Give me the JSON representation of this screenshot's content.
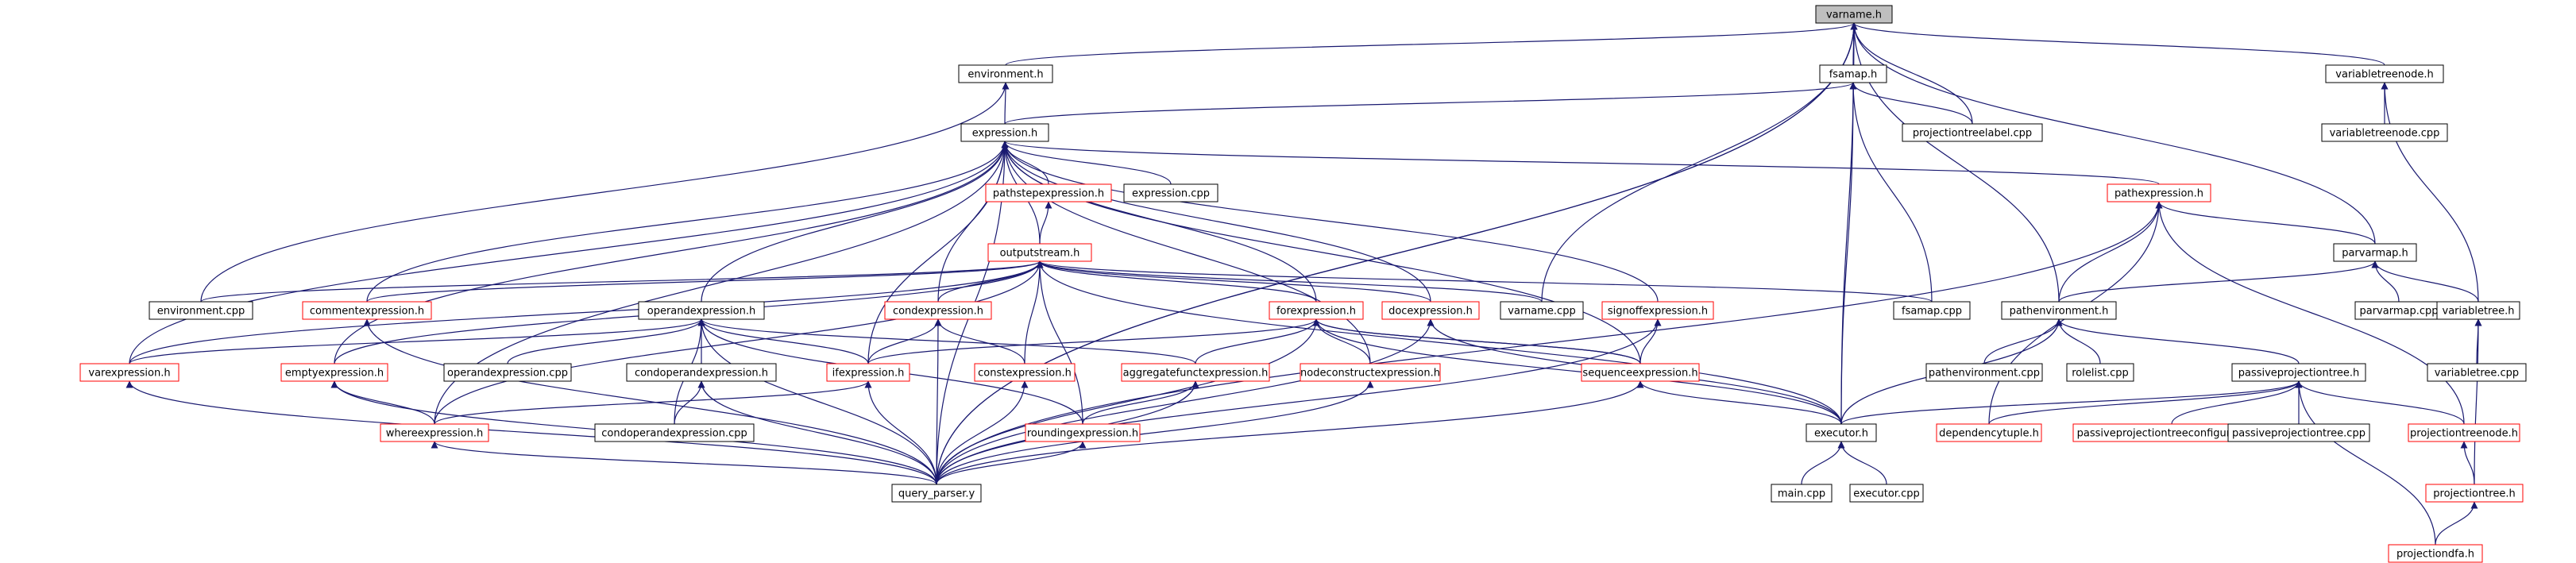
{
  "graph": {
    "colors": {
      "edge": "#191970",
      "black_border": "#000000",
      "red_border": "#ff0000",
      "highlight_fill": "#bfbfbf"
    },
    "nodes": [
      {
        "id": "varname_h",
        "label": "varname.h",
        "border": "black",
        "highlight": true
      },
      {
        "id": "environment_h",
        "label": "environment.h",
        "border": "black"
      },
      {
        "id": "fsamap_h",
        "label": "fsamap.h",
        "border": "black"
      },
      {
        "id": "variabletreenode_h",
        "label": "variabletreenode.h",
        "border": "black"
      },
      {
        "id": "projectiontreelabel_cpp",
        "label": "projectiontreelabel.cpp",
        "border": "black"
      },
      {
        "id": "variabletreenode_cpp",
        "label": "variabletreenode.cpp",
        "border": "black"
      },
      {
        "id": "expression_h",
        "label": "expression.h",
        "border": "black"
      },
      {
        "id": "pathstepexpression_h",
        "label": "pathstepexpression.h",
        "border": "red"
      },
      {
        "id": "expression_cpp",
        "label": "expression.cpp",
        "border": "black"
      },
      {
        "id": "pathexpression_h",
        "label": "pathexpression.h",
        "border": "red"
      },
      {
        "id": "outputstream_h",
        "label": "outputstream.h",
        "border": "red"
      },
      {
        "id": "parvarmap_h",
        "label": "parvarmap.h",
        "border": "black"
      },
      {
        "id": "environment_cpp",
        "label": "environment.cpp",
        "border": "black"
      },
      {
        "id": "commentexpression_h",
        "label": "commentexpression.h",
        "border": "red"
      },
      {
        "id": "operandexpression_h",
        "label": "operandexpression.h",
        "border": "black"
      },
      {
        "id": "condexpression_h",
        "label": "condexpression.h",
        "border": "red"
      },
      {
        "id": "forexpression_h",
        "label": "forexpression.h",
        "border": "red"
      },
      {
        "id": "docexpression_h",
        "label": "docexpression.h",
        "border": "red"
      },
      {
        "id": "varname_cpp",
        "label": "varname.cpp",
        "border": "black"
      },
      {
        "id": "signoffexpression_h",
        "label": "signoffexpression.h",
        "border": "red"
      },
      {
        "id": "fsamap_cpp",
        "label": "fsamap.cpp",
        "border": "black"
      },
      {
        "id": "pathenvironment_h",
        "label": "pathenvironment.h",
        "border": "black"
      },
      {
        "id": "parvarmap_cpp",
        "label": "parvarmap.cpp",
        "border": "black"
      },
      {
        "id": "variabletree_h",
        "label": "variabletree.h",
        "border": "black"
      },
      {
        "id": "varexpression_h",
        "label": "varexpression.h",
        "border": "red"
      },
      {
        "id": "emptyexpression_h",
        "label": "emptyexpression.h",
        "border": "red"
      },
      {
        "id": "operandexpression_cpp",
        "label": "operandexpression.cpp",
        "border": "black"
      },
      {
        "id": "condoperandexpression_h",
        "label": "condoperandexpression.h",
        "border": "black"
      },
      {
        "id": "ifexpression_h",
        "label": "ifexpression.h",
        "border": "red"
      },
      {
        "id": "constexpression_h",
        "label": "constexpression.h",
        "border": "red"
      },
      {
        "id": "aggregatefunctexpression_h",
        "label": "aggregatefunctexpression.h",
        "border": "red"
      },
      {
        "id": "nodeconstructexpression_h",
        "label": "nodeconstructexpression.h",
        "border": "red"
      },
      {
        "id": "sequenceexpression_h",
        "label": "sequenceexpression.h",
        "border": "red"
      },
      {
        "id": "pathenvironment_cpp",
        "label": "pathenvironment.cpp",
        "border": "black"
      },
      {
        "id": "rolelist_cpp",
        "label": "rolelist.cpp",
        "border": "black"
      },
      {
        "id": "passiveprojectiontree_h",
        "label": "passiveprojectiontree.h",
        "border": "black"
      },
      {
        "id": "variabletree_cpp",
        "label": "variabletree.cpp",
        "border": "black"
      },
      {
        "id": "whereexpression_h",
        "label": "whereexpression.h",
        "border": "red"
      },
      {
        "id": "condoperandexpression_cpp",
        "label": "condoperandexpression.cpp",
        "border": "black"
      },
      {
        "id": "roundingexpression_h",
        "label": "roundingexpression.h",
        "border": "red"
      },
      {
        "id": "executor_h",
        "label": "executor.h",
        "border": "black"
      },
      {
        "id": "dependencytuple_h",
        "label": "dependencytuple.h",
        "border": "red"
      },
      {
        "id": "passiveprojectiontreeconfiguration_h",
        "label": "passiveprojectiontreeconfiguration.h",
        "border": "red"
      },
      {
        "id": "passiveprojectiontree_cpp",
        "label": "passiveprojectiontree.cpp",
        "border": "black"
      },
      {
        "id": "projectiontreenode_h",
        "label": "projectiontreenode.h",
        "border": "red"
      },
      {
        "id": "query_parser_y",
        "label": "query_parser.y",
        "border": "black"
      },
      {
        "id": "main_cpp",
        "label": "main.cpp",
        "border": "black"
      },
      {
        "id": "executor_cpp",
        "label": "executor.cpp",
        "border": "black"
      },
      {
        "id": "projectiontree_h",
        "label": "projectiontree.h",
        "border": "red"
      },
      {
        "id": "projectiondfa_h",
        "label": "projectiondfa.h",
        "border": "red"
      }
    ],
    "edges": [
      [
        "environment_h",
        "varname_h"
      ],
      [
        "fsamap_h",
        "varname_h"
      ],
      [
        "variabletreenode_h",
        "varname_h"
      ],
      [
        "projectiontreelabel_cpp",
        "varname_h"
      ],
      [
        "varname_cpp",
        "varname_h"
      ],
      [
        "parvarmap_h",
        "varname_h"
      ],
      [
        "pathenvironment_h",
        "varname_h"
      ],
      [
        "query_parser_y",
        "varname_h"
      ],
      [
        "executor_h",
        "varname_h"
      ],
      [
        "projectiontreelabel_cpp",
        "fsamap_h"
      ],
      [
        "expression_h",
        "fsamap_h"
      ],
      [
        "fsamap_cpp",
        "fsamap_h"
      ],
      [
        "executor_h",
        "fsamap_h"
      ],
      [
        "variabletreenode_cpp",
        "variabletreenode_h"
      ],
      [
        "variabletree_h",
        "variabletreenode_h"
      ],
      [
        "expression_h",
        "environment_h"
      ],
      [
        "environment_cpp",
        "environment_h"
      ],
      [
        "pathstepexpression_h",
        "expression_h"
      ],
      [
        "expression_cpp",
        "expression_h"
      ],
      [
        "pathexpression_h",
        "expression_h"
      ],
      [
        "outputstream_h",
        "expression_h"
      ],
      [
        "commentexpression_h",
        "expression_h"
      ],
      [
        "operandexpression_h",
        "expression_h"
      ],
      [
        "condexpression_h",
        "expression_h"
      ],
      [
        "forexpression_h",
        "expression_h"
      ],
      [
        "docexpression_h",
        "expression_h"
      ],
      [
        "signoffexpression_h",
        "expression_h"
      ],
      [
        "varexpression_h",
        "expression_h"
      ],
      [
        "emptyexpression_h",
        "expression_h"
      ],
      [
        "ifexpression_h",
        "expression_h"
      ],
      [
        "nodeconstructexpression_h",
        "expression_h"
      ],
      [
        "sequenceexpression_h",
        "expression_h"
      ],
      [
        "whereexpression_h",
        "expression_h"
      ],
      [
        "query_parser_y",
        "expression_h"
      ],
      [
        "outputstream_h",
        "pathstepexpression_h"
      ],
      [
        "commentexpression_h",
        "outputstream_h"
      ],
      [
        "environment_cpp",
        "outputstream_h"
      ],
      [
        "condexpression_h",
        "outputstream_h"
      ],
      [
        "forexpression_h",
        "outputstream_h"
      ],
      [
        "docexpression_h",
        "outputstream_h"
      ],
      [
        "varname_cpp",
        "outputstream_h"
      ],
      [
        "fsamap_cpp",
        "outputstream_h"
      ],
      [
        "varexpression_h",
        "outputstream_h"
      ],
      [
        "emptyexpression_h",
        "outputstream_h"
      ],
      [
        "constexpression_h",
        "outputstream_h"
      ],
      [
        "whereexpression_h",
        "outputstream_h"
      ],
      [
        "roundingexpression_h",
        "outputstream_h"
      ],
      [
        "executor_h",
        "outputstream_h"
      ],
      [
        "parvarmap_h",
        "pathexpression_h"
      ],
      [
        "pathenvironment_h",
        "pathexpression_h"
      ],
      [
        "query_parser_y",
        "pathexpression_h"
      ],
      [
        "dependencytuple_h",
        "pathexpression_h"
      ],
      [
        "projectiontreenode_h",
        "pathexpression_h"
      ],
      [
        "pathenvironment_h",
        "parvarmap_h"
      ],
      [
        "parvarmap_cpp",
        "parvarmap_h"
      ],
      [
        "variabletree_h",
        "parvarmap_h"
      ],
      [
        "variabletree_cpp",
        "variabletree_h"
      ],
      [
        "projectiontree_h",
        "variabletree_h"
      ],
      [
        "varexpression_h",
        "operandexpression_h"
      ],
      [
        "operandexpression_cpp",
        "operandexpression_h"
      ],
      [
        "condoperandexpression_h",
        "operandexpression_h"
      ],
      [
        "ifexpression_h",
        "operandexpression_h"
      ],
      [
        "aggregatefunctexpression_h",
        "operandexpression_h"
      ],
      [
        "condoperandexpression_cpp",
        "operandexpression_h"
      ],
      [
        "roundingexpression_h",
        "operandexpression_h"
      ],
      [
        "query_parser_y",
        "operandexpression_h"
      ],
      [
        "condoperandexpression_cpp",
        "condoperandexpression_h"
      ],
      [
        "query_parser_y",
        "condoperandexpression_h"
      ],
      [
        "ifexpression_h",
        "condexpression_h"
      ],
      [
        "constexpression_h",
        "condexpression_h"
      ],
      [
        "query_parser_y",
        "condexpression_h"
      ],
      [
        "ifexpression_h",
        "forexpression_h"
      ],
      [
        "aggregatefunctexpression_h",
        "forexpression_h"
      ],
      [
        "nodeconstructexpression_h",
        "forexpression_h"
      ],
      [
        "sequenceexpression_h",
        "forexpression_h"
      ],
      [
        "executor_h",
        "forexpression_h"
      ],
      [
        "query_parser_y",
        "forexpression_h"
      ],
      [
        "executor_h",
        "docexpression_h"
      ],
      [
        "query_parser_y",
        "docexpression_h"
      ],
      [
        "sequenceexpression_h",
        "signoffexpression_h"
      ],
      [
        "query_parser_y",
        "signoffexpression_h"
      ],
      [
        "pathenvironment_cpp",
        "pathenvironment_h"
      ],
      [
        "rolelist_cpp",
        "pathenvironment_h"
      ],
      [
        "passiveprojectiontree_h",
        "pathenvironment_h"
      ],
      [
        "executor_h",
        "pathenvironment_h"
      ],
      [
        "whereexpression_h",
        "emptyexpression_h"
      ],
      [
        "query_parser_y",
        "emptyexpression_h"
      ],
      [
        "query_parser_y",
        "varexpression_h"
      ],
      [
        "whereexpression_h",
        "ifexpression_h"
      ],
      [
        "query_parser_y",
        "ifexpression_h"
      ],
      [
        "query_parser_y",
        "constexpression_h"
      ],
      [
        "roundingexpression_h",
        "aggregatefunctexpression_h"
      ],
      [
        "query_parser_y",
        "aggregatefunctexpression_h"
      ],
      [
        "query_parser_y",
        "nodeconstructexpression_h"
      ],
      [
        "query_parser_y",
        "sequenceexpression_h"
      ],
      [
        "executor_h",
        "sequenceexpression_h"
      ],
      [
        "sequenceexpression_h",
        "forexpression_h"
      ],
      [
        "executor_h",
        "passiveprojectiontree_h"
      ],
      [
        "dependencytuple_h",
        "passiveprojectiontree_h"
      ],
      [
        "passiveprojectiontreeconfiguration_h",
        "passiveprojectiontree_h"
      ],
      [
        "passiveprojectiontree_cpp",
        "passiveprojectiontree_h"
      ],
      [
        "projectiontreenode_h",
        "passiveprojectiontree_h"
      ],
      [
        "projectiondfa_h",
        "passiveprojectiontree_h"
      ],
      [
        "query_parser_y",
        "whereexpression_h"
      ],
      [
        "query_parser_y",
        "roundingexpression_h"
      ],
      [
        "main_cpp",
        "executor_h"
      ],
      [
        "executor_cpp",
        "executor_h"
      ],
      [
        "projectiontree_h",
        "projectiontreenode_h"
      ],
      [
        "projectiondfa_h",
        "projectiontree_h"
      ],
      [
        "query_parser_y",
        "commentexpression_h"
      ],
      [
        "query_parser_y",
        "varname_h"
      ]
    ]
  }
}
